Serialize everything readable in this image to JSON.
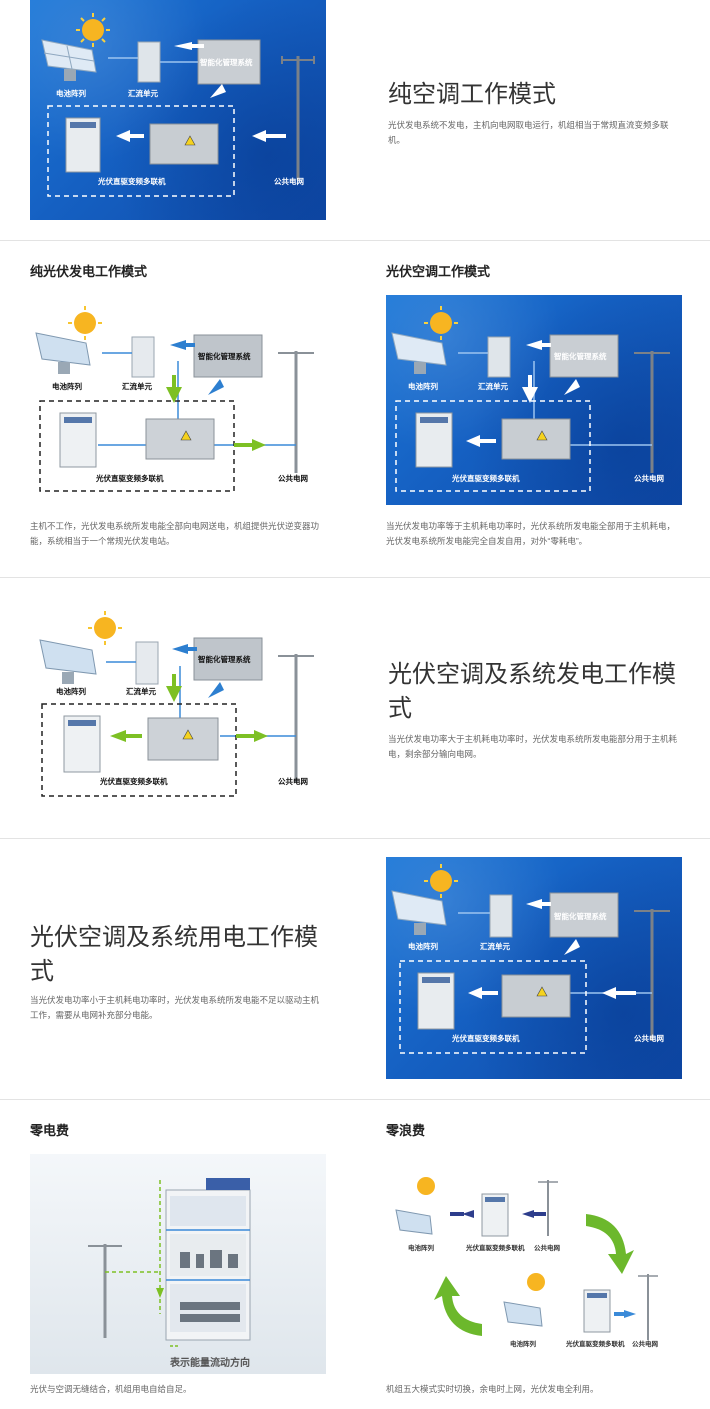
{
  "labels": {
    "array": "电池阵列",
    "combiner": "汇流单元",
    "smart": "智能化管理系统",
    "unit": "光伏直驱变频多联机",
    "grid": "公共电网"
  },
  "mode1": {
    "title": "纯空调工作模式",
    "desc": "光伏发电系统不发电，主机向电网取电运行，机组相当于常规直流变频多联机。"
  },
  "mode2": {
    "title": "纯光伏发电工作模式",
    "desc": "主机不工作，光伏发电系统所发电能全部向电网送电，机组提供光伏逆变器功能，系统相当于一个常规光伏发电站。"
  },
  "mode3": {
    "title": "光伏空调工作模式",
    "desc": "当光伏发电功率等于主机耗电功率时，光伏系统所发电能全部用于主机耗电，光伏发电系统所发电能完全自发自用，对外“零耗电”。"
  },
  "mode4": {
    "title": "光伏空调及系统发电工作模式",
    "desc": "当光伏发电功率大于主机耗电功率时，光伏发电系统所发电能部分用于主机耗电，剩余部分输向电网。"
  },
  "mode5": {
    "title": "光伏空调及系统用电工作模式",
    "desc": "当光伏发电功率小于主机耗电功率时，光伏发电系统所发电能不足以驱动主机工作，需要从电网补充部分电能。"
  },
  "zero_bill": {
    "title": "零电费",
    "caption": "表示能量流动方向",
    "desc": "光伏与空调无缝结合，机组用电自给自足。"
  },
  "zero_waste": {
    "title": "零浪费",
    "desc": "机组五大模式实时切换，余电时上网，光伏发电全利用。",
    "label_array": "电池阵列",
    "label_unit": "光伏直驱变频多联机",
    "label_grid": "公共电网"
  },
  "colors": {
    "blue_bg": "#1560c2",
    "arrow_white": "#ffffff",
    "arrow_blue": "#2d7fd0",
    "arrow_green": "#7dc024",
    "line_blue": "#3a8ad8"
  }
}
